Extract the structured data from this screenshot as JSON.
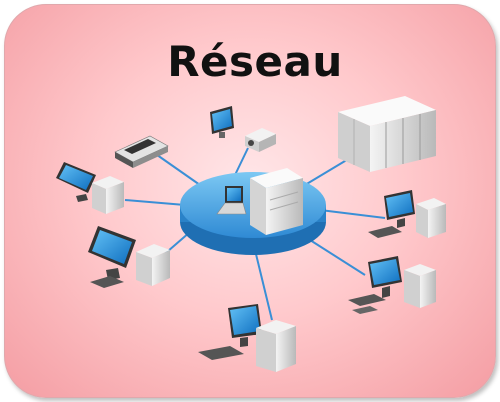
{
  "title": "Réseau",
  "colors": {
    "background": "#ffc9cc",
    "hub": "#3d9ee0",
    "link": "#3a8fd6",
    "screen": "#1e88d8"
  },
  "nodes": [
    {
      "name": "node-scanner",
      "icon": "scanner-icon"
    },
    {
      "name": "node-projector-monitor",
      "icon": "projector-icon"
    },
    {
      "name": "node-server-rack",
      "icon": "server-rack-icon"
    },
    {
      "name": "node-desktop-left-top",
      "icon": "desktop-computer-icon"
    },
    {
      "name": "node-desktop-right-top",
      "icon": "desktop-computer-icon"
    },
    {
      "name": "node-desktop-left-bottom",
      "icon": "desktop-computer-icon"
    },
    {
      "name": "node-desktop-right-bottom",
      "icon": "desktop-computer-icon"
    },
    {
      "name": "node-desktop-bottom",
      "icon": "desktop-computer-icon"
    }
  ]
}
